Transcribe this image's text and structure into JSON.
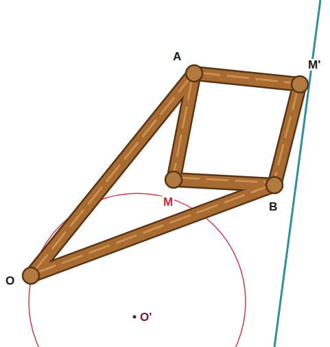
{
  "diagram": {
    "labels": [
      "A",
      "M'",
      "M",
      "B",
      "O",
      "O'"
    ]
  }
}
